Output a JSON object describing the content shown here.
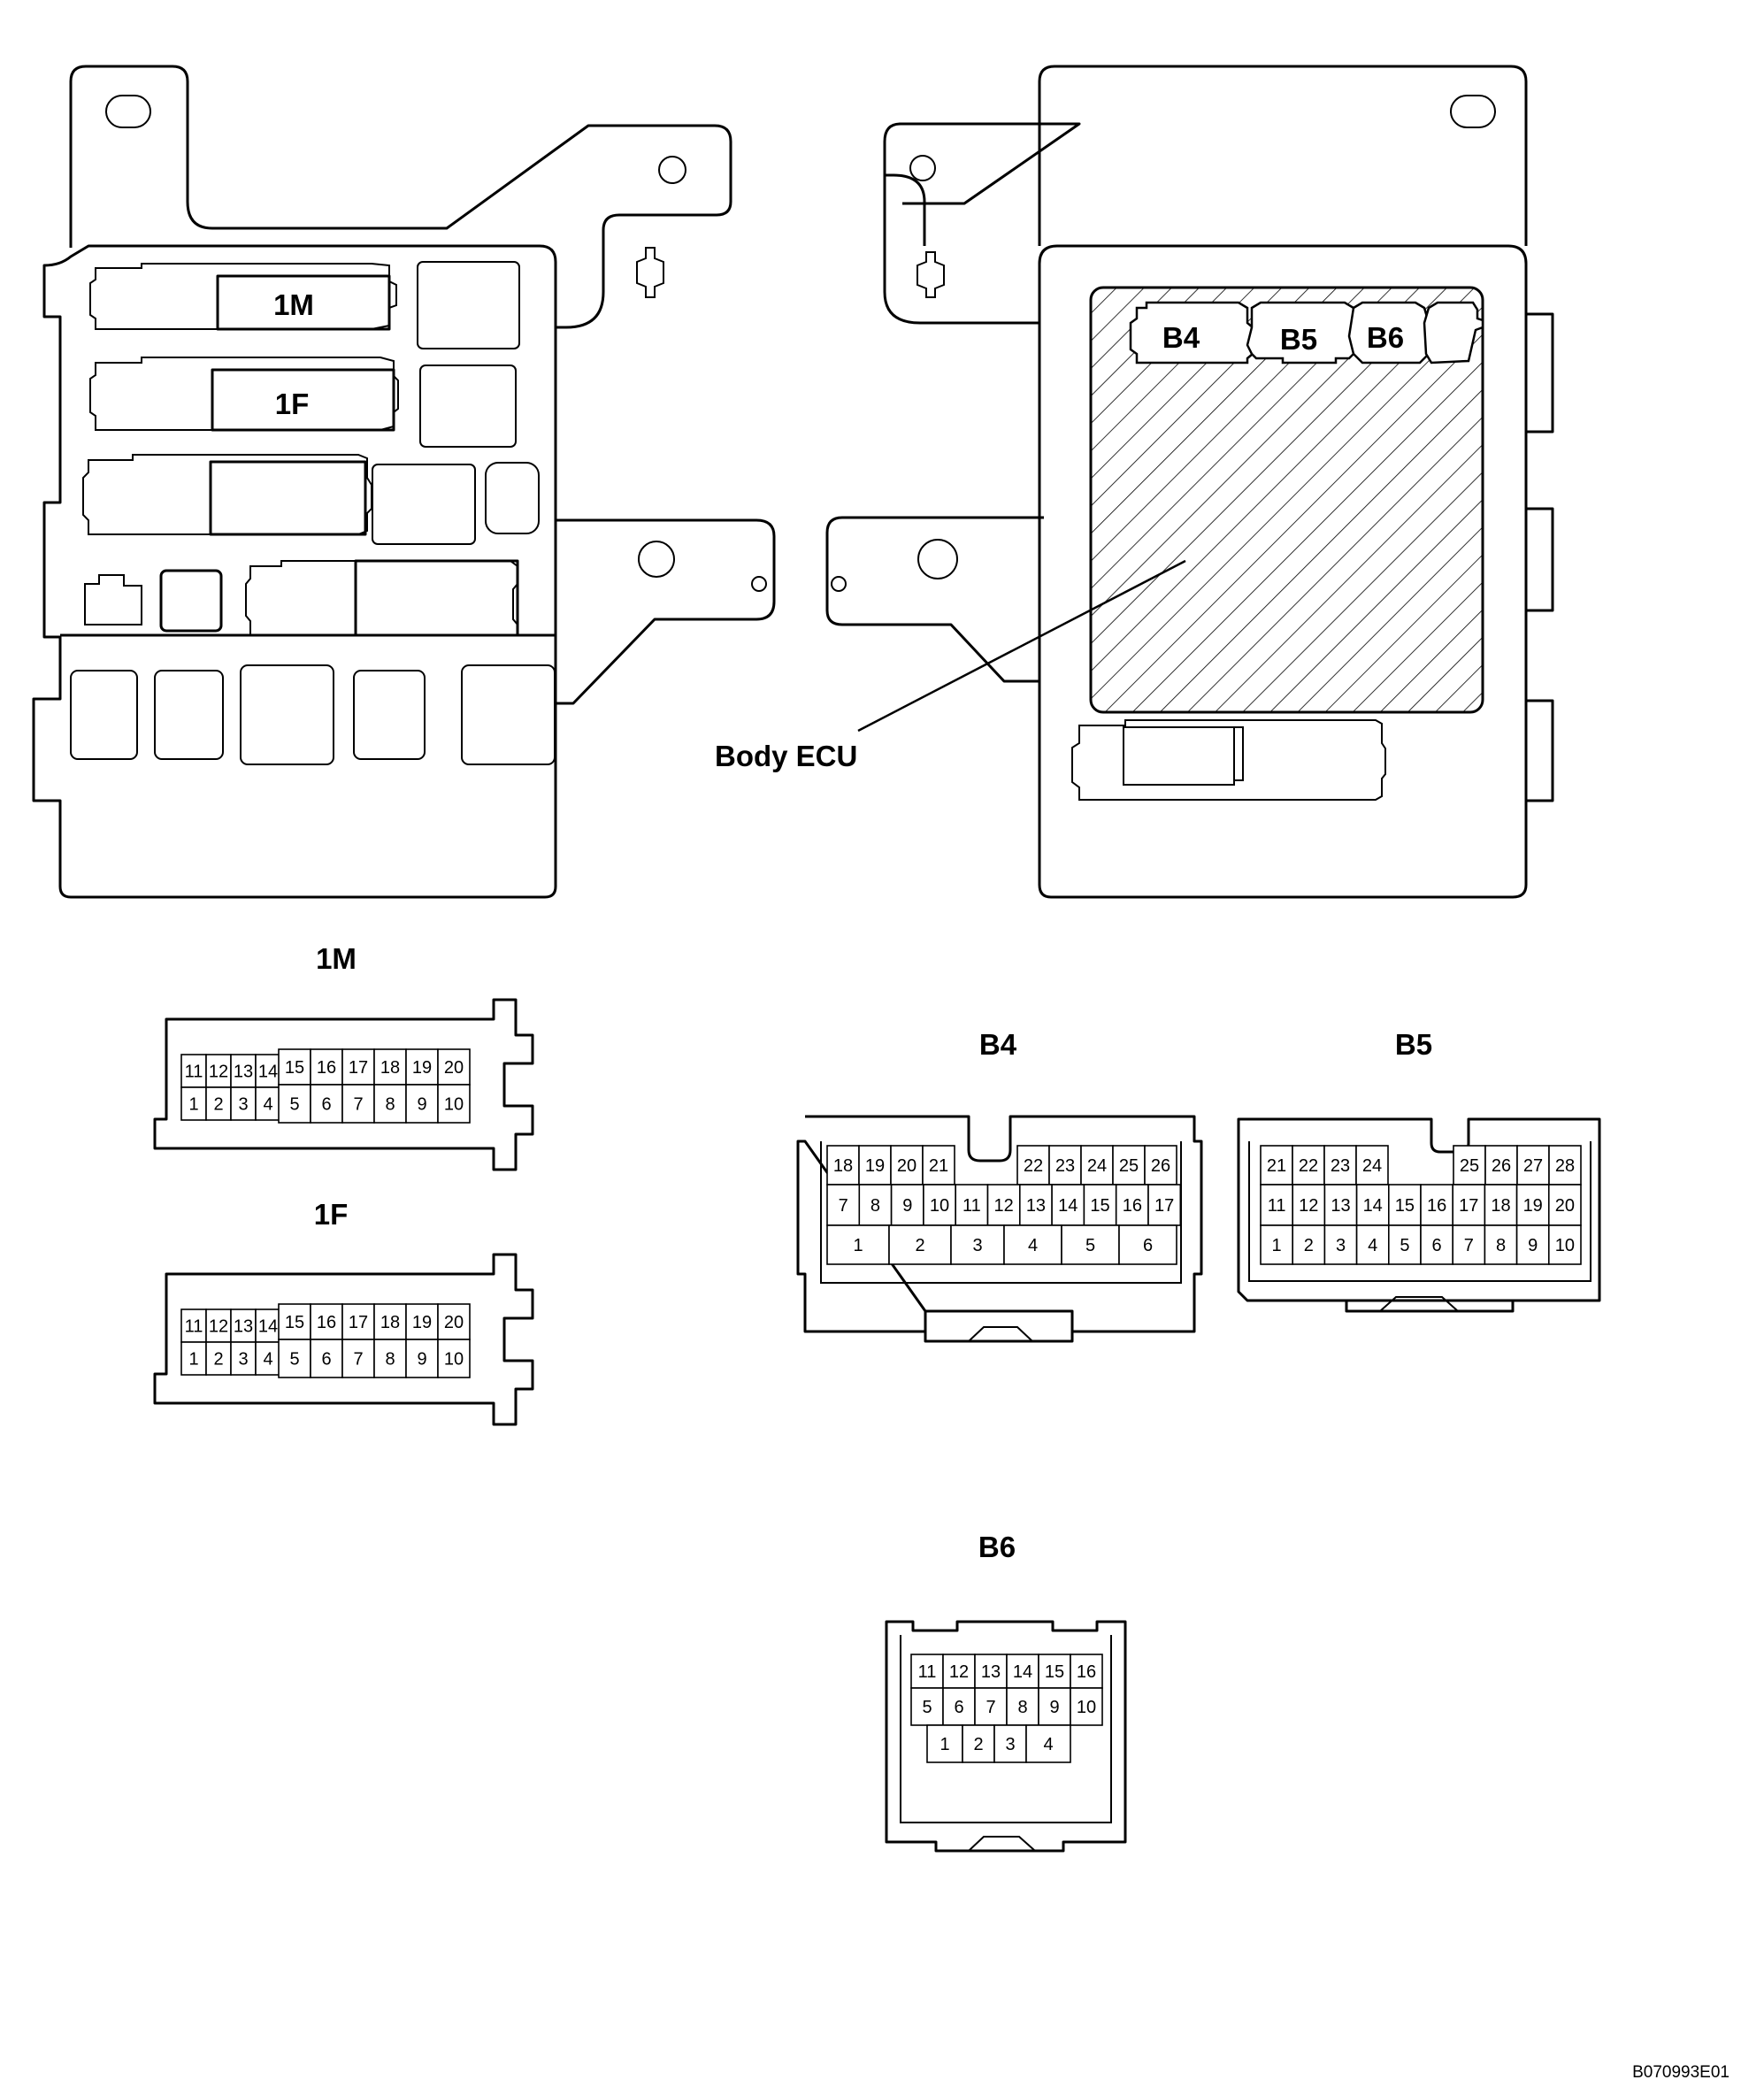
{
  "diagram": {
    "code": "B070993E01",
    "callout_label": "Body ECU",
    "location_labels": {
      "left_view": [
        "1M",
        "1F"
      ],
      "right_view": [
        "B4",
        "B5",
        "B6"
      ]
    }
  },
  "connectors": {
    "c1M": {
      "title": "1M",
      "left_block": {
        "top": [
          "11",
          "12",
          "13",
          "14"
        ],
        "bottom": [
          "1",
          "2",
          "3",
          "4"
        ]
      },
      "right_block": {
        "top": [
          "15",
          "16",
          "17",
          "18",
          "19",
          "20"
        ],
        "bottom": [
          "5",
          "6",
          "7",
          "8",
          "9",
          "10"
        ]
      }
    },
    "c1F": {
      "title": "1F",
      "left_block": {
        "top": [
          "11",
          "12",
          "13",
          "14"
        ],
        "bottom": [
          "1",
          "2",
          "3",
          "4"
        ]
      },
      "right_block": {
        "top": [
          "15",
          "16",
          "17",
          "18",
          "19",
          "20"
        ],
        "bottom": [
          "5",
          "6",
          "7",
          "8",
          "9",
          "10"
        ]
      }
    },
    "B4": {
      "title": "B4",
      "row1_left": [
        "18",
        "19",
        "20",
        "21"
      ],
      "row1_right": [
        "22",
        "23",
        "24",
        "25",
        "26"
      ],
      "row2": [
        "7",
        "8",
        "9",
        "10",
        "11",
        "12",
        "13",
        "14",
        "15",
        "16",
        "17"
      ],
      "row3": [
        "1",
        "2",
        "3",
        "4",
        "5",
        "6"
      ]
    },
    "B5": {
      "title": "B5",
      "row1_left": [
        "21",
        "22",
        "23",
        "24"
      ],
      "row1_right": [
        "25",
        "26",
        "27",
        "28"
      ],
      "row2": [
        "11",
        "12",
        "13",
        "14",
        "15",
        "16",
        "17",
        "18",
        "19",
        "20"
      ],
      "row3": [
        "1",
        "2",
        "3",
        "4",
        "5",
        "6",
        "7",
        "8",
        "9",
        "10"
      ]
    },
    "B6": {
      "title": "B6",
      "row1": [
        "11",
        "12",
        "13",
        "14",
        "15",
        "16"
      ],
      "row2": [
        "5",
        "6",
        "7",
        "8",
        "9",
        "10"
      ],
      "row3": [
        "1",
        "2",
        "3",
        "4"
      ]
    }
  }
}
